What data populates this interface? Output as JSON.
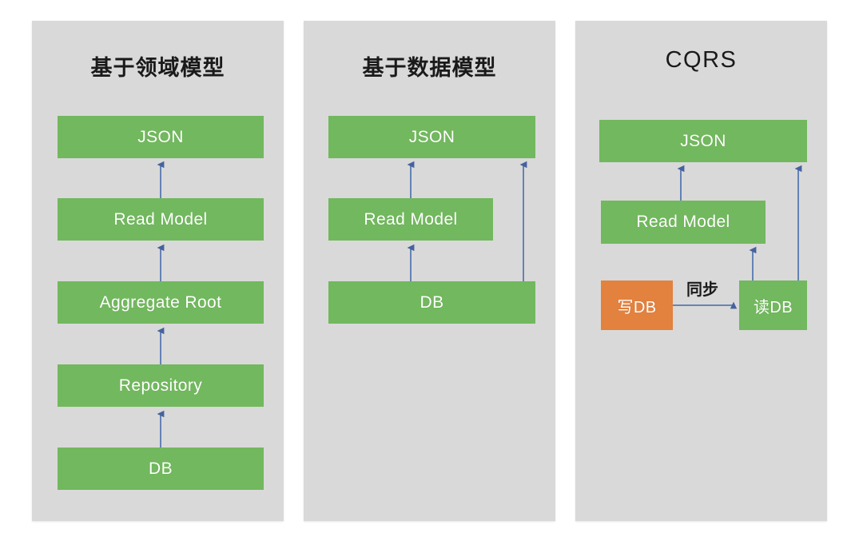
{
  "page": {
    "background": "#ffffff",
    "panel_background": "#d9d9d9",
    "box_green": "#72b85e",
    "box_orange": "#e3813e",
    "arrow_color": "#5878b0",
    "title_color": "#1a1a1a"
  },
  "panels": [
    {
      "id": "domain-model",
      "title": "基于领域模型",
      "title_style": "cn",
      "boxes": [
        {
          "id": "json",
          "label": "JSON",
          "color": "green"
        },
        {
          "id": "read-model",
          "label": "Read Model",
          "color": "green"
        },
        {
          "id": "aggregate",
          "label": "Aggregate Root",
          "color": "green"
        },
        {
          "id": "repository",
          "label": "Repository",
          "color": "green"
        },
        {
          "id": "db",
          "label": "DB",
          "color": "green"
        }
      ],
      "edges": [
        {
          "from": "read-model",
          "to": "json",
          "label": ""
        },
        {
          "from": "aggregate",
          "to": "read-model",
          "label": ""
        },
        {
          "from": "repository",
          "to": "aggregate",
          "label": ""
        },
        {
          "from": "db",
          "to": "repository",
          "label": ""
        }
      ]
    },
    {
      "id": "data-model",
      "title": "基于数据模型",
      "title_style": "cn",
      "boxes": [
        {
          "id": "json",
          "label": "JSON",
          "color": "green"
        },
        {
          "id": "read-model",
          "label": "Read Model",
          "color": "green"
        },
        {
          "id": "db",
          "label": "DB",
          "color": "green"
        }
      ],
      "edges": [
        {
          "from": "read-model",
          "to": "json",
          "label": ""
        },
        {
          "from": "db",
          "to": "read-model",
          "label": ""
        },
        {
          "from": "db",
          "to": "json",
          "label": ""
        }
      ]
    },
    {
      "id": "cqrs",
      "title": "CQRS",
      "title_style": "en",
      "boxes": [
        {
          "id": "json",
          "label": "JSON",
          "color": "green"
        },
        {
          "id": "read-model",
          "label": "Read Model",
          "color": "green"
        },
        {
          "id": "write-db",
          "label": "写DB",
          "color": "orange"
        },
        {
          "id": "read-db",
          "label": "读DB",
          "color": "green"
        }
      ],
      "edges": [
        {
          "from": "read-model",
          "to": "json",
          "label": ""
        },
        {
          "from": "read-db",
          "to": "read-model",
          "label": ""
        },
        {
          "from": "read-db",
          "to": "json",
          "label": ""
        },
        {
          "from": "write-db",
          "to": "read-db",
          "label": "同步"
        }
      ]
    }
  ]
}
